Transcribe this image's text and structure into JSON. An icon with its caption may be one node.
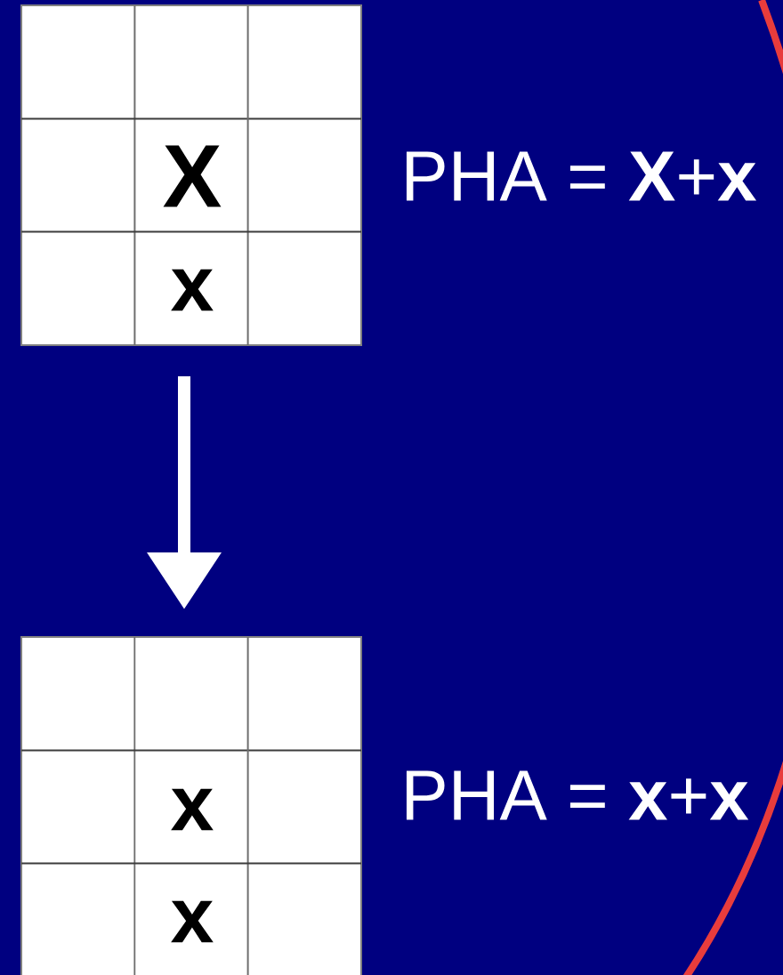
{
  "diagram": {
    "nodes": [
      {
        "text": [],
        "shape": "box",
        "beside": [
          "PHA = **X**+**x**"
        ]
      },
      {
        "text": [],
        "shape": "box",
        "beside": [
          "PHA = **x**+**x**"
        ]
      }
    ],
    "edges": [
      {
        "from": 0,
        "to": 1,
        "arrow": "to"
      }
    ],
    "labels": [
      "X",
      "x",
      "x",
      "x"
    ]
  }
}
